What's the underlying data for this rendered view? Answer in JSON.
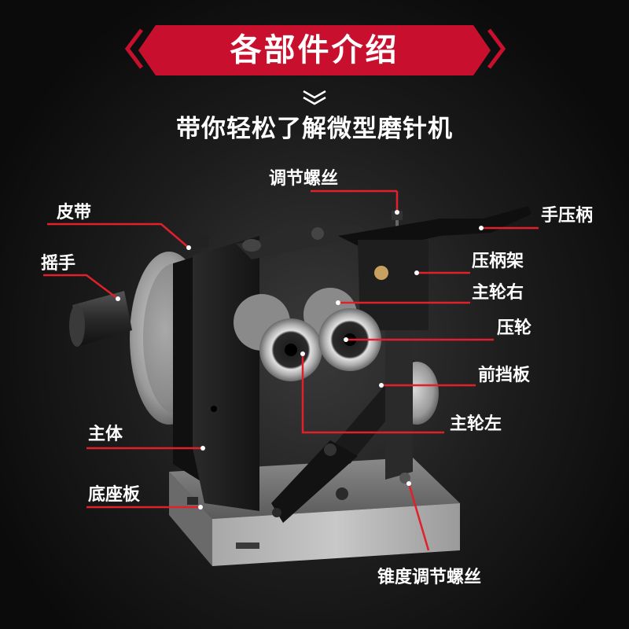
{
  "header": {
    "title": "各部件介绍",
    "subtitle": "带你轻松了解微型磨针机"
  },
  "labels": {
    "adjust_screw": "调节螺丝",
    "belt": "皮带",
    "crank": "摇手",
    "hand_lever": "手压柄",
    "lever_frame": "压柄架",
    "main_wheel_right": "主轮右",
    "press_wheel": "压轮",
    "front_baffle": "前挡板",
    "main_wheel_left": "主轮左",
    "main_body": "主体",
    "base_plate": "底座板",
    "taper_adjust_screw": "锥度调节螺丝"
  },
  "colors": {
    "accent_red": "#c8102e",
    "leader_red": "#e0202a",
    "text": "#ffffff",
    "metal_dark": "#1a1a1a",
    "metal_silver": "#9a9a9a"
  }
}
